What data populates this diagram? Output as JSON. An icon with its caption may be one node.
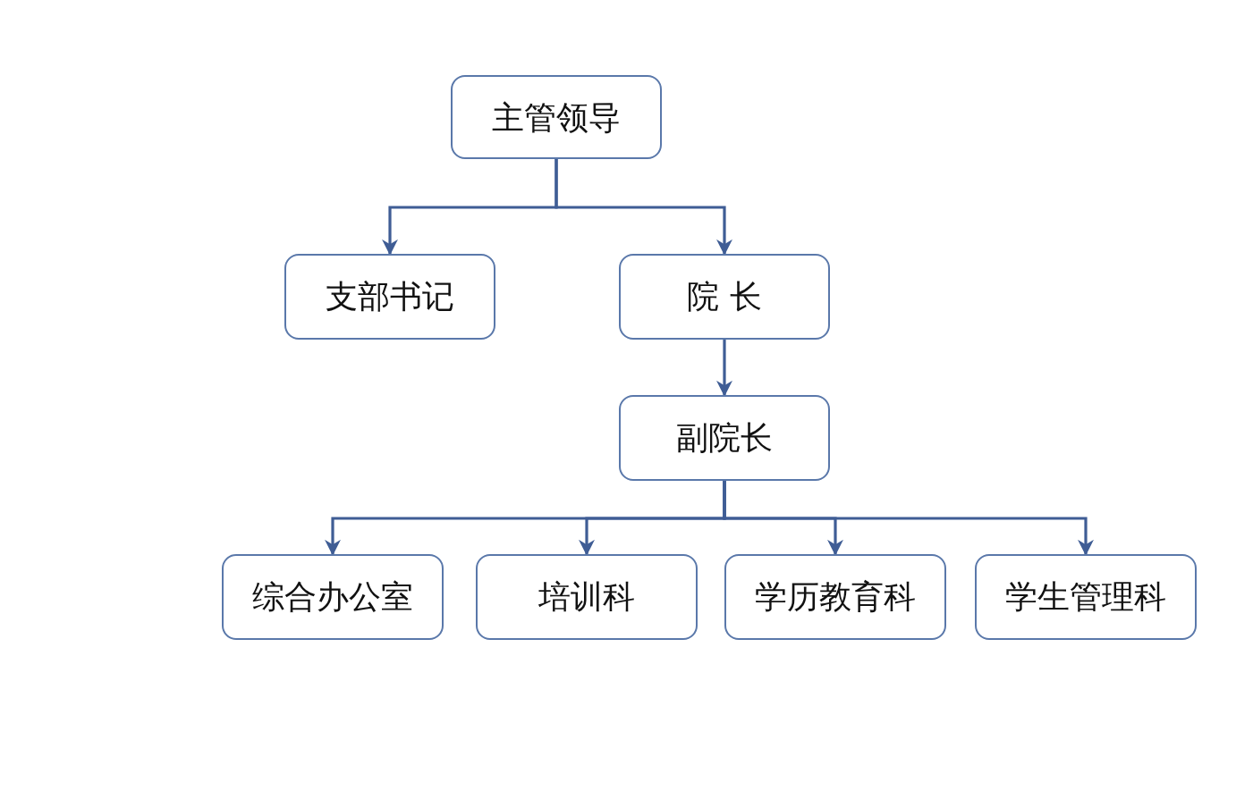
{
  "diagram": {
    "nodes": [
      {
        "text": [
          "主管领导"
        ]
      },
      {
        "text": [
          "支部书记"
        ]
      },
      {
        "text": [
          "院 长"
        ]
      },
      {
        "text": [
          "副院长"
        ]
      },
      {
        "text": [
          "综合办公室"
        ]
      },
      {
        "text": [
          "培训科"
        ]
      },
      {
        "text": [
          "学历教育科"
        ]
      },
      {
        "text": [
          "学生管理科"
        ]
      }
    ],
    "edges": [
      {
        "from": 0,
        "to": 1,
        "arrow": "to"
      },
      {
        "from": 0,
        "to": 2,
        "arrow": "to"
      },
      {
        "from": 2,
        "to": 3,
        "arrow": "to"
      },
      {
        "from": 3,
        "to": 4,
        "arrow": "to"
      },
      {
        "from": 3,
        "to": 5,
        "arrow": "to"
      },
      {
        "from": 3,
        "to": 6,
        "arrow": "to"
      },
      {
        "from": 3,
        "to": 7,
        "arrow": "to"
      }
    ]
  }
}
